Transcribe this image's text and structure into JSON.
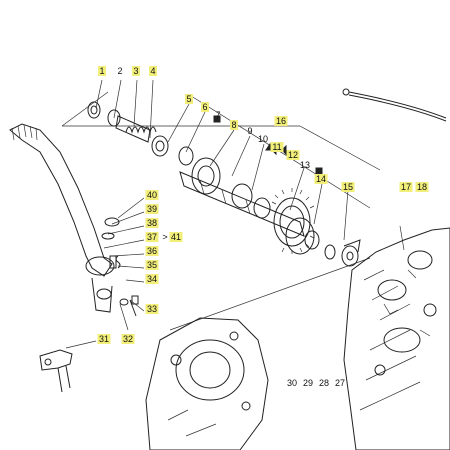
{
  "labels": [
    {
      "id": "p1",
      "text": "1",
      "highlight": true
    },
    {
      "id": "p2",
      "text": "2",
      "highlight": false
    },
    {
      "id": "p3",
      "text": "3",
      "highlight": true
    },
    {
      "id": "p4",
      "text": "4",
      "highlight": true
    },
    {
      "id": "p5",
      "text": "5",
      "highlight": true
    },
    {
      "id": "p6",
      "text": "6",
      "highlight": true
    },
    {
      "id": "p7",
      "text": "7",
      "highlight": false
    },
    {
      "id": "p8",
      "text": "8",
      "highlight": true
    },
    {
      "id": "p9",
      "text": "9",
      "highlight": false
    },
    {
      "id": "p10",
      "text": "10",
      "highlight": false
    },
    {
      "id": "p11",
      "text": "11",
      "highlight": true
    },
    {
      "id": "p12",
      "text": "12",
      "highlight": true
    },
    {
      "id": "p13",
      "text": "13",
      "highlight": false
    },
    {
      "id": "p14",
      "text": "14",
      "highlight": true
    },
    {
      "id": "p15",
      "text": "15",
      "highlight": true
    },
    {
      "id": "p16",
      "text": "16",
      "highlight": true
    },
    {
      "id": "p17",
      "text": "17",
      "highlight": true
    },
    {
      "id": "p18",
      "text": "18",
      "highlight": true
    },
    {
      "id": "p31",
      "text": "31",
      "highlight": true
    },
    {
      "id": "p32",
      "text": "32",
      "highlight": true
    },
    {
      "id": "p33",
      "text": "33",
      "highlight": true
    },
    {
      "id": "p34",
      "text": "34",
      "highlight": true
    },
    {
      "id": "p35",
      "text": "35",
      "highlight": true
    },
    {
      "id": "p36",
      "text": "36",
      "highlight": true
    },
    {
      "id": "p37",
      "text": "37",
      "highlight": true
    },
    {
      "id": "p38",
      "text": "38",
      "highlight": true
    },
    {
      "id": "p39",
      "text": "39",
      "highlight": true
    },
    {
      "id": "p40",
      "text": "40",
      "highlight": true
    },
    {
      "id": "p41",
      "text": "41",
      "highlight": true
    },
    {
      "id": "p30",
      "text": "30",
      "highlight": false
    },
    {
      "id": "p29",
      "text": "29",
      "highlight": false
    },
    {
      "id": "p28",
      "text": "28",
      "highlight": false
    },
    {
      "id": "p27",
      "text": "27",
      "highlight": false
    }
  ],
  "colors": {
    "highlight": "#f2ee7a",
    "line": "#222222",
    "background": "#ffffff"
  }
}
